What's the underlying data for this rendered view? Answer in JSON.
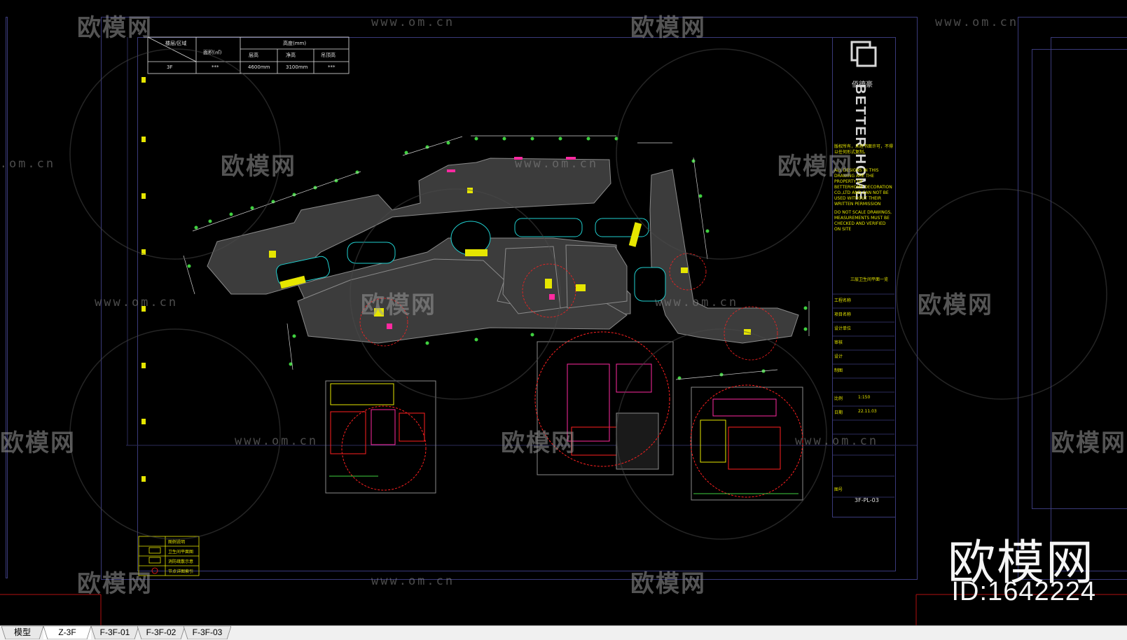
{
  "header_table": {
    "group_header": "高度(mm)",
    "col1": "楼层/区域",
    "col2": "面积(㎡)",
    "col3": "层高",
    "col4": "净高",
    "col5": "吊顶高",
    "row_area": "3F",
    "row_value": "***",
    "row_height1": "4600mm",
    "row_height2": "3100mm",
    "row_height3": "***"
  },
  "legend": {
    "title": "图例说明",
    "items": [
      "卫生间平面图",
      "消防疏散示意",
      "节点详图索引"
    ]
  },
  "title_block": {
    "brand_cn": "佰德豪",
    "brand_en": "BETTER HOME",
    "notes_cn": "版权所有，未经书面许可，不得以任何形式复制。",
    "notes_en": "ALL DESIGNS IN THIS DRAWING ARE THE PROPERTY OF BETTERHOME DECORATION CO.,LTD AND CAN NOT BE USED WITHOUT THEIR WRITTEN PERMISSION",
    "scale_note": "DO NOT SCALE DRAWINGS, MEASUREMENTS MUST BE CHECKED AND VERIFIED ON SITE",
    "drawing_title": "三层卫生间平面一览",
    "scale_value": "1:150",
    "date_value": "22.11.03",
    "drawing_no": "3F-PL-03",
    "rows": [
      "工程名称",
      "项目名称",
      "设计单位",
      "审核",
      "设计",
      "制图",
      "比例",
      "日期",
      "图号"
    ]
  },
  "watermark": {
    "logo_text": "欧模网",
    "url_text": "www.om.cn"
  },
  "brand_overlay": {
    "name": "欧模网",
    "id_text": "ID:1642224"
  },
  "tabs": [
    {
      "label": "模型"
    },
    {
      "label": "Z-3F"
    },
    {
      "label": "F-3F-01"
    },
    {
      "label": "F-3F-02"
    },
    {
      "label": "F-3F-03"
    }
  ],
  "colors": {
    "background": "#000000",
    "frame": "#3a3a7a",
    "floor_fill": "#3c3c3c",
    "wall": "#8a8a8a",
    "dim_green": "#3fd03f",
    "accent_yellow": "#e6e600",
    "accent_red": "#ff2020",
    "accent_magenta": "#ff2aa0",
    "accent_cyan": "#20d0d0"
  }
}
